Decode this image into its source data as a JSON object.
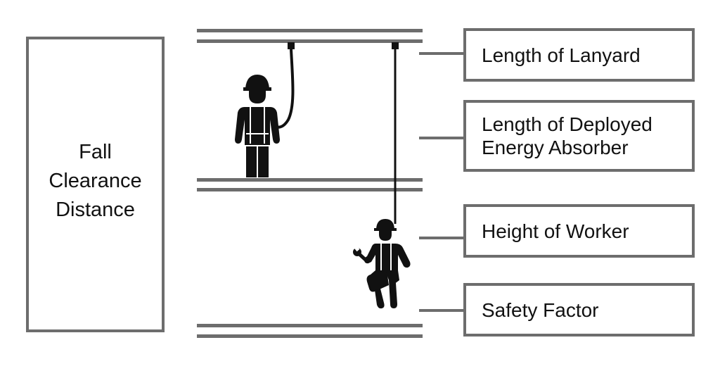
{
  "diagram": {
    "main_label": "Fall\nClearance\nDistance",
    "segments": [
      {
        "id": "lanyard",
        "label": "Length of Lanyard"
      },
      {
        "id": "absorber",
        "label": "Length of Deployed\nEnergy Absorber"
      },
      {
        "id": "height",
        "label": "Height of Worker"
      },
      {
        "id": "safety",
        "label": "Safety Factor"
      }
    ],
    "icons": [
      "standing-worker-icon",
      "suspended-worker-icon",
      "wrench-icon",
      "hard-hat-icon"
    ],
    "colors": {
      "outline": "#6d6d6d",
      "figure": "#111111",
      "background": "#ffffff"
    }
  }
}
